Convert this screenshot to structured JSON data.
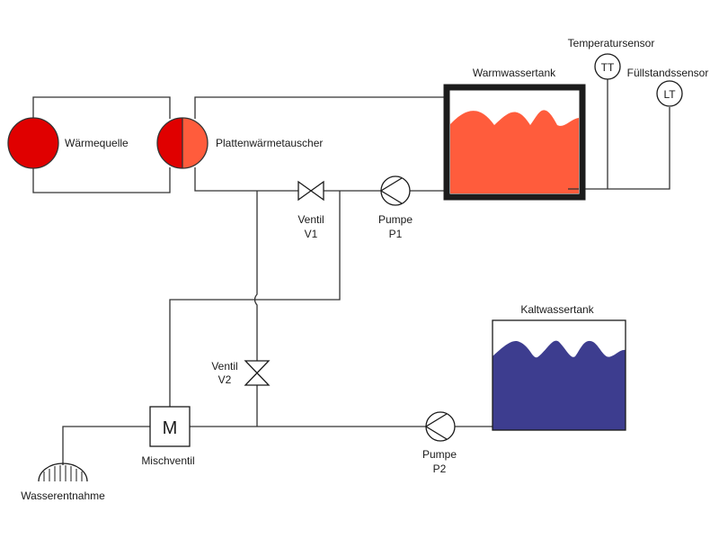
{
  "title": "Warmwasser-Anlage Schema",
  "colors": {
    "heat_source": "#e00000",
    "exchanger_hot": "#e00000",
    "exchanger_cold": "#ff5c3c",
    "warm_water": "#ff5c3c",
    "cold_water": "#3d3d8f",
    "tank_border": "#1c1c1c",
    "pipe": "#333333"
  },
  "components": {
    "heat_source": {
      "label": "Wärmequelle"
    },
    "heat_exchanger": {
      "label": "Plattenwärmetauscher"
    },
    "warm_tank": {
      "label": "Warmwassertank"
    },
    "temp_sensor": {
      "label": "Temperatursensor",
      "symbol": "TT"
    },
    "level_sensor": {
      "label": "Füllstandssensor",
      "symbol": "LT"
    },
    "valve_v1": {
      "label_line1": "Ventil",
      "label_line2": "V1"
    },
    "pump_p1": {
      "label_line1": "Pumpe",
      "label_line2": "P1"
    },
    "valve_v2": {
      "label_line1": "Ventil",
      "label_line2": "V2"
    },
    "mixing_valve": {
      "label": "Mischventil",
      "symbol": "M"
    },
    "cold_tank": {
      "label": "Kaltwassertank"
    },
    "pump_p2": {
      "label_line1": "Pumpe",
      "label_line2": "P2"
    },
    "water_outlet": {
      "label": "Wasserentnahme"
    }
  }
}
